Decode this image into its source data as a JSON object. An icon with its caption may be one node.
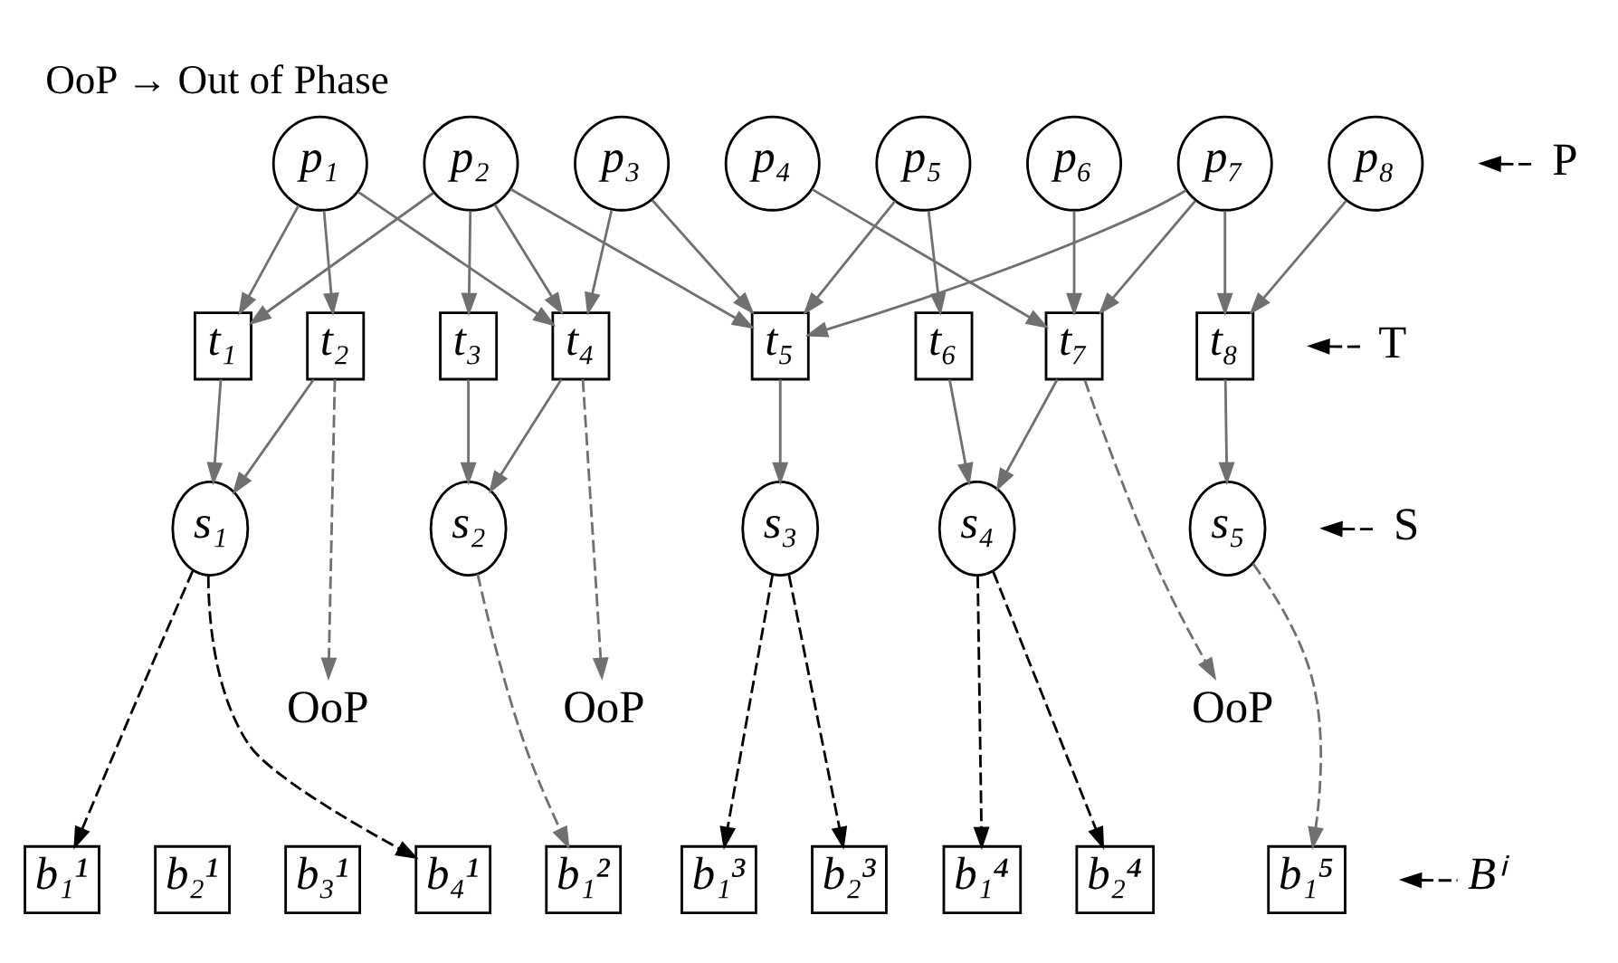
{
  "diagram": {
    "title": "OoP → Out of Phase",
    "nodes": [
      {
        "text": [
          "p₁"
        ]
      },
      {
        "text": [
          "p₂"
        ]
      },
      {
        "text": [
          "p₃"
        ]
      },
      {
        "text": [
          "p₄"
        ]
      },
      {
        "text": [
          "p₅"
        ]
      },
      {
        "text": [
          "p₆"
        ]
      },
      {
        "text": [
          "p₇"
        ]
      },
      {
        "text": [
          "p₈"
        ]
      },
      {
        "text": [
          "P"
        ]
      },
      {
        "text": [
          "t₁"
        ]
      },
      {
        "text": [
          "t₂"
        ]
      },
      {
        "text": [
          "t₃"
        ]
      },
      {
        "text": [
          "t₄"
        ]
      },
      {
        "text": [
          "t₅"
        ]
      },
      {
        "text": [
          "t₆"
        ]
      },
      {
        "text": [
          "t₇"
        ]
      },
      {
        "text": [
          "t₈"
        ]
      },
      {
        "text": [
          "T"
        ]
      },
      {
        "text": [
          "s₁"
        ]
      },
      {
        "text": [
          "s₂"
        ]
      },
      {
        "text": [
          "s₃"
        ]
      },
      {
        "text": [
          "s₄"
        ]
      },
      {
        "text": [
          "s₅"
        ]
      },
      {
        "text": [
          "S"
        ]
      },
      {
        "text": [
          "OoP"
        ]
      },
      {
        "text": [
          "OoP"
        ]
      },
      {
        "text": [
          "OoP"
        ]
      },
      {
        "text": [
          "b₁¹"
        ]
      },
      {
        "text": [
          "b₂¹"
        ]
      },
      {
        "text": [
          "b₃¹"
        ]
      },
      {
        "text": [
          "b₄¹"
        ]
      },
      {
        "text": [
          "b₁²"
        ]
      },
      {
        "text": [
          "b₁³"
        ]
      },
      {
        "text": [
          "b₂³"
        ]
      },
      {
        "text": [
          "b₁⁴"
        ]
      },
      {
        "text": [
          "b₂⁴"
        ]
      },
      {
        "text": [
          "b₁⁵"
        ]
      },
      {
        "text": [
          "Bⁱ"
        ]
      }
    ],
    "edges": [
      {
        "from": 0,
        "to": 9,
        "arrow": "to"
      },
      {
        "from": 0,
        "to": 10,
        "arrow": "to"
      },
      {
        "from": 0,
        "to": 12,
        "arrow": "to"
      },
      {
        "from": 1,
        "to": 9,
        "arrow": "to"
      },
      {
        "from": 1,
        "to": 11,
        "arrow": "to"
      },
      {
        "from": 1,
        "to": 12,
        "arrow": "to"
      },
      {
        "from": 1,
        "to": 13,
        "arrow": "to"
      },
      {
        "from": 2,
        "to": 12,
        "arrow": "to"
      },
      {
        "from": 2,
        "to": 13,
        "arrow": "to"
      },
      {
        "from": 3,
        "to": 15,
        "arrow": "to"
      },
      {
        "from": 4,
        "to": 13,
        "arrow": "to"
      },
      {
        "from": 4,
        "to": 14,
        "arrow": "to"
      },
      {
        "from": 5,
        "to": 15,
        "arrow": "to"
      },
      {
        "from": 6,
        "to": 13,
        "arrow": "to"
      },
      {
        "from": 6,
        "to": 15,
        "arrow": "to"
      },
      {
        "from": 6,
        "to": 16,
        "arrow": "to"
      },
      {
        "from": 7,
        "to": 16,
        "arrow": "to"
      },
      {
        "from": 8,
        "to": null,
        "arrow": "to",
        "style": "dashed",
        "color": "#000000"
      },
      {
        "from": 9,
        "to": 18,
        "arrow": "to"
      },
      {
        "from": 10,
        "to": 18,
        "arrow": "to"
      },
      {
        "from": 11,
        "to": 19,
        "arrow": "to"
      },
      {
        "from": 12,
        "to": 19,
        "arrow": "to"
      },
      {
        "from": 13,
        "to": 20,
        "arrow": "to"
      },
      {
        "from": 14,
        "to": 21,
        "arrow": "to"
      },
      {
        "from": 15,
        "to": 21,
        "arrow": "to"
      },
      {
        "from": 16,
        "to": 22,
        "arrow": "to"
      },
      {
        "from": 17,
        "to": null,
        "arrow": "to",
        "style": "dashed",
        "color": "#000000"
      },
      {
        "from": 10,
        "to": 24,
        "arrow": "to",
        "style": "dashed"
      },
      {
        "from": 12,
        "to": 25,
        "arrow": "to",
        "style": "dashed"
      },
      {
        "from": 15,
        "to": 26,
        "arrow": "to",
        "style": "dashed"
      },
      {
        "from": 23,
        "to": null,
        "arrow": "to",
        "style": "dashed",
        "color": "#000000"
      },
      {
        "from": 18,
        "to": 27,
        "arrow": "to",
        "style": "dashed",
        "color": "#000000"
      },
      {
        "from": 18,
        "to": 30,
        "arrow": "to",
        "style": "dashed",
        "color": "#000000"
      },
      {
        "from": 19,
        "to": 31,
        "arrow": "to",
        "style": "dashed"
      },
      {
        "from": 20,
        "to": 32,
        "arrow": "to",
        "style": "dashed",
        "color": "#000000"
      },
      {
        "from": 20,
        "to": 33,
        "arrow": "to",
        "style": "dashed",
        "color": "#000000"
      },
      {
        "from": 21,
        "to": 34,
        "arrow": "to",
        "style": "dashed",
        "color": "#000000"
      },
      {
        "from": 21,
        "to": 35,
        "arrow": "to",
        "style": "dashed",
        "color": "#000000"
      },
      {
        "from": 22,
        "to": 36,
        "arrow": "to",
        "style": "dashed"
      },
      {
        "from": 37,
        "to": null,
        "arrow": "to",
        "style": "dashed",
        "color": "#000000"
      }
    ]
  }
}
